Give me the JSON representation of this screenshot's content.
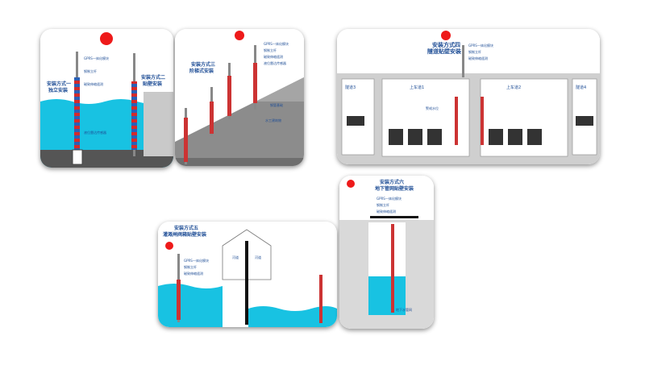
{
  "panels": {
    "p1": {
      "title_a": "安装方式一",
      "title_b": "独立安装",
      "title2_a": "安装方式二",
      "title2_b": "贴壁安装",
      "notes": [
        "GPRS一体化模块",
        "钢制立杆",
        "磁致伸缩遥测",
        "液位雷达传感器"
      ],
      "tags": [
        "安装方式一",
        "安装方式二"
      ]
    },
    "p2": {
      "title_a": "安装方式三",
      "title_b": "阶梯式安装",
      "notes": [
        "GPRS一体化模块",
        "钢制立杆",
        "磁致伸缩遥测",
        "液位雷达传感器",
        "钢管基础",
        "水工建筑物"
      ]
    },
    "p3": {
      "title_a": "安装方式四",
      "title_b": "隧道贴壁安装",
      "lane1": "隧道3",
      "lane2": "隧道4",
      "gate1": "上车道1",
      "gate2": "上车道2",
      "level": "警戒水位",
      "notes": [
        "GPRS一体化模块",
        "钢制立杆",
        "磁致伸缩遥测"
      ]
    },
    "p4": {
      "title_a": "安装方式五",
      "title_b": "灌溉闸阀箱贴壁安装",
      "river1": "河道",
      "river2": "河道",
      "notes": [
        "GPRS一体化模块",
        "钢制立杆",
        "磁致伸缩遥测"
      ]
    },
    "p5": {
      "title_a": "安装方式六",
      "title_b": "地下管网贴壁安装",
      "notes": [
        "GPRS一体化模块",
        "钢制立杆",
        "磁致伸缩遥测",
        "地下水管网"
      ]
    }
  },
  "colors": {
    "water": "#18c2e2",
    "title": "#1f4e96",
    "sun": "#ee1a1a",
    "pole_red": "#d42a2a",
    "pole_blue": "#2b5fb5"
  }
}
